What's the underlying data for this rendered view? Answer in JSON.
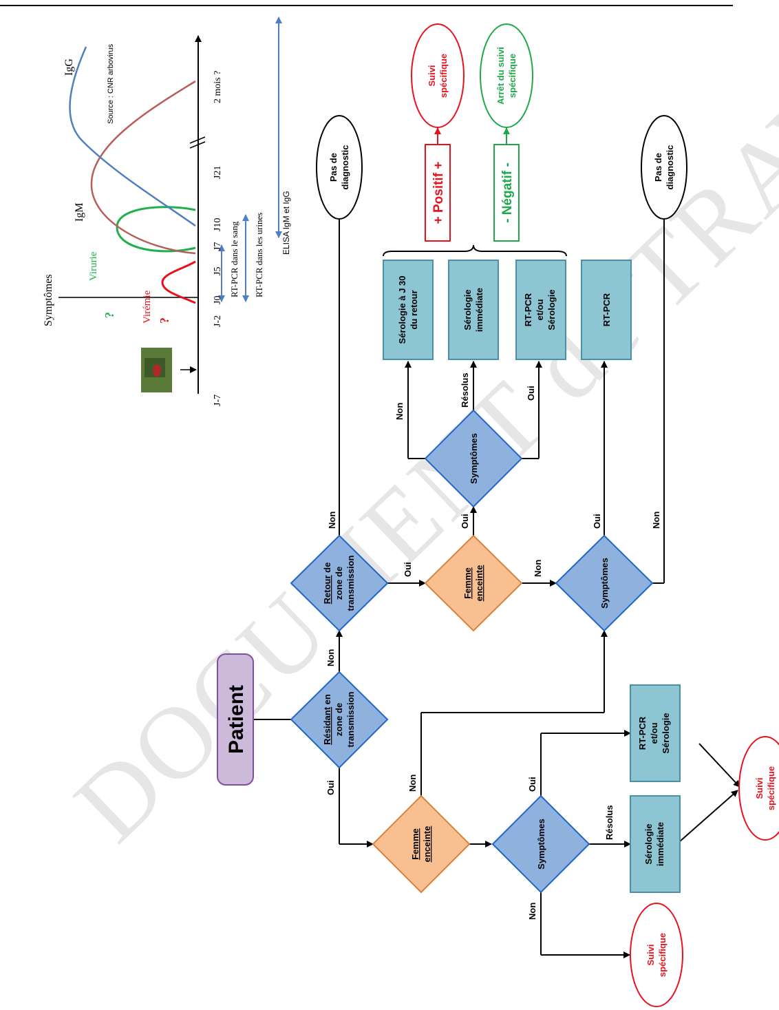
{
  "watermark": "DOCUMENT de TRAVAIL",
  "colors": {
    "box_fill": "#8DC5D3",
    "box_stroke": "#4A8FA3",
    "diamond_blue_fill": "#8FB1DE",
    "diamond_blue_stroke": "#1F66C9",
    "diamond_orange_fill": "#F8BF90",
    "diamond_orange_stroke": "#D9813A",
    "patient_fill": "#CDB9DA",
    "patient_stroke": "#7F4FA3",
    "positive": "#E8121E",
    "negative": "#1FA84A",
    "igg": "#4F7FC1",
    "igm": "#B65F5A",
    "virurie": "#1FB04C",
    "viremie": "#E8121E"
  },
  "timeline": {
    "axis_labels": {
      "symptomes": "Symptômes",
      "virurie": "Virurie",
      "viremie": "Virémie",
      "igm": "IgM",
      "igg": "IgG"
    },
    "question_marks": {
      "virurie": "?",
      "viremie": "?"
    },
    "source": "Source : CNR arbovirus",
    "ticks": [
      "J-7",
      "J-2",
      "J0",
      "J5",
      "J7",
      "J10",
      "J21",
      "2 mois ?"
    ],
    "ranges": [
      "RT-PCR dans le sang",
      "RT-PCR dans les urines",
      "ELISA IgM et IgG"
    ]
  },
  "flow": {
    "patient": "Patient",
    "resident": {
      "l1": "Résidant",
      "l1b": " en",
      "l2": "zone de",
      "l3": "transmission"
    },
    "retour": {
      "l1": "Retour",
      "l1b": " de",
      "l2": "zone de",
      "l3": "transmission"
    },
    "femme": {
      "l1": "Femme",
      "l2": "enceinte"
    },
    "symptomes": "Symptômes",
    "pas_diag": {
      "l1": "Pas de",
      "l2": "diagnostic"
    },
    "boxes": {
      "serologie_j30": {
        "l1": "Sérologie à J 30",
        "l2": "du retour"
      },
      "serologie_imm": {
        "l1": "Sérologie",
        "l2": "immédiate"
      },
      "rtpcr_sero": {
        "l1": "RT-PCR",
        "l2": "et/ou",
        "l3": "Sérologie"
      },
      "rtpcr": "RT-PCR"
    },
    "positif": "+ Positif +",
    "negatif": "- Négatif -",
    "suivi": {
      "l1": "Suivi",
      "l2": "spécifique"
    },
    "arret": {
      "l1": "Arrêt du suivi",
      "l2": "spécifique"
    },
    "labels": {
      "oui": "Oui",
      "non": "Non",
      "resolus": "Résolus"
    }
  }
}
